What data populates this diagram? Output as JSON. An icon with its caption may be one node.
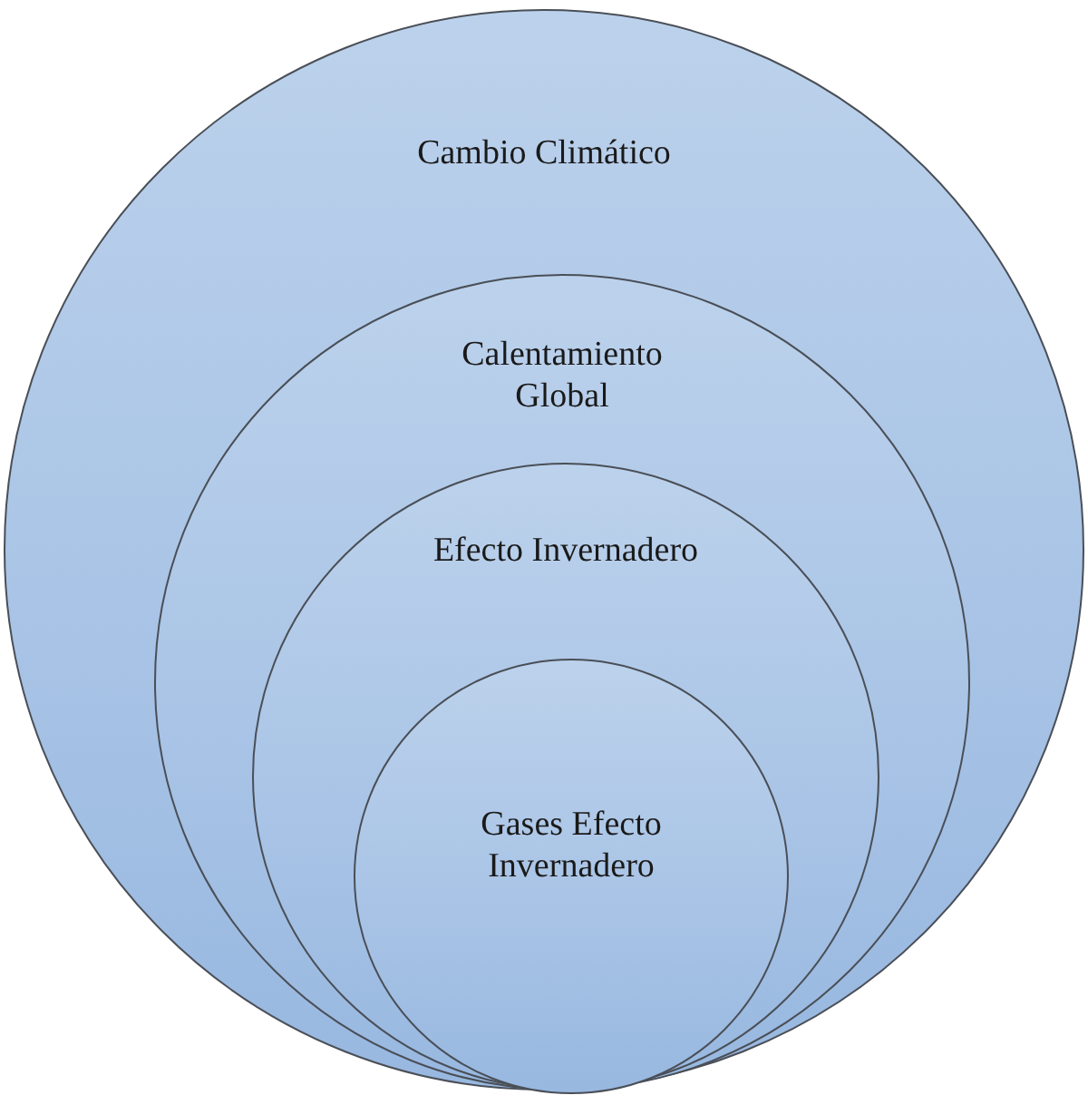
{
  "diagram": {
    "nodes": [
      {
        "text": [
          "Cambio Climático"
        ]
      },
      {
        "text": [
          "Calentamiento Global"
        ],
        "in": 0
      },
      {
        "text": [
          "Efecto Invernadero"
        ],
        "in": 1
      },
      {
        "text": [
          "Gases Efecto Invernadero"
        ],
        "in": 2
      }
    ]
  }
}
